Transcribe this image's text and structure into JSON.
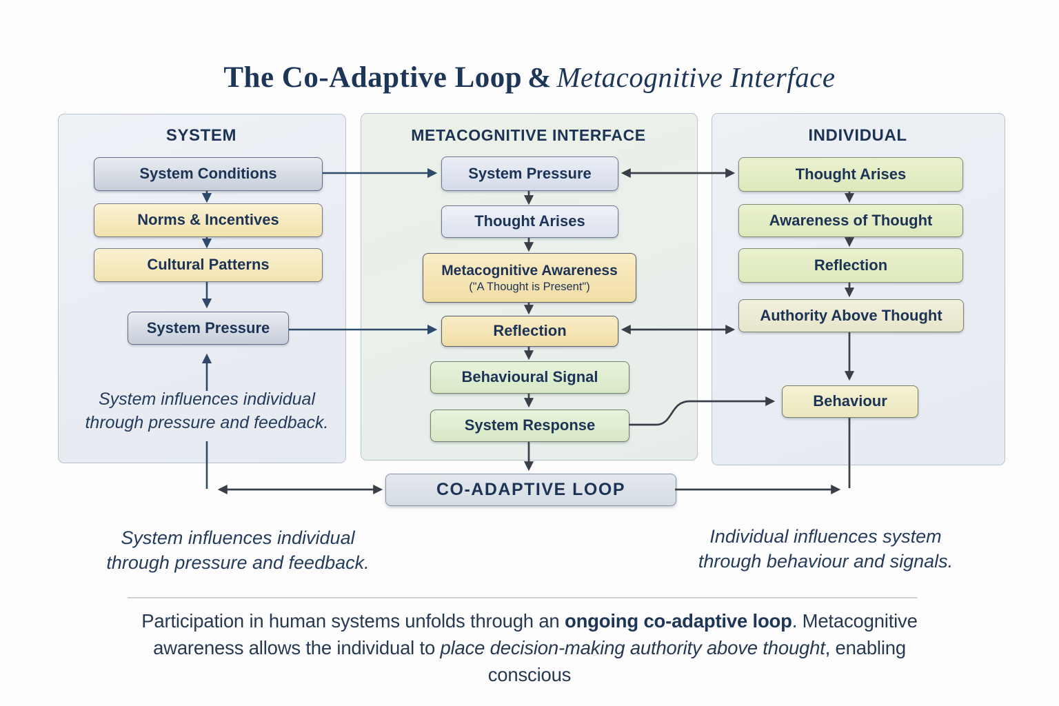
{
  "title": {
    "main": "The Co-Adaptive Loop",
    "separator": "&",
    "accent": "Metacognitive Interface"
  },
  "panels": {
    "system": {
      "header": "SYSTEM",
      "nodes": [
        {
          "label": "System Conditions"
        },
        {
          "label": "Norms & Incentives"
        },
        {
          "label": "Cultural Patterns"
        },
        {
          "label": "System Pressure"
        }
      ],
      "caption": {
        "line1": "System influences individual",
        "line2": "through pressure and feedback."
      }
    },
    "interface": {
      "header": "METACOGNITIVE INTERFACE",
      "nodes": [
        {
          "label": "System Pressure"
        },
        {
          "label": "Thought Arises"
        },
        {
          "label": "Metacognitive Awareness",
          "sublabel": "(\"A Thought is Present\")"
        },
        {
          "label": "Reflection"
        },
        {
          "label": "Behavioural Signal"
        },
        {
          "label": "System Response"
        }
      ]
    },
    "individual": {
      "header": "INDIVIDUAL",
      "nodes": [
        {
          "label": "Thought Arises"
        },
        {
          "label": "Awareness of Thought"
        },
        {
          "label": "Reflection"
        },
        {
          "label": "Authority Above Thought"
        },
        {
          "label": "Behaviour"
        }
      ]
    }
  },
  "loop_box": {
    "label": "CO-ADAPTIVE LOOP"
  },
  "captions": {
    "bottom_left": {
      "line1": "System influences individual",
      "line2": "through pressure and feedback."
    },
    "bottom_right": {
      "line1": "Individual influences system",
      "line2": "through behaviour and signals."
    }
  },
  "footer": {
    "text_1": "Participation in human systems unfolds through an ",
    "bold": "ongoing co-adaptive loop",
    "text_2": ". Metacognitive awareness allows the individual to ",
    "italic": "place decision-making authority above thought",
    "text_3": ", enabling conscious"
  },
  "colors": {
    "ink": "#1c3356",
    "arrow_navy": "#2d4a6b",
    "arrow_dark": "#393f48",
    "box_gray": "#ccd2dc",
    "box_cream": "#f5e6b8",
    "box_green": "#dcead0",
    "box_green_yellow": "#e2ecc4",
    "box_khaki": "#ebe9d2",
    "panel_system_bg": "#e9edf3",
    "panel_interface_bg": "#e9efe9",
    "loop_box_bg": "#dde2e9"
  }
}
